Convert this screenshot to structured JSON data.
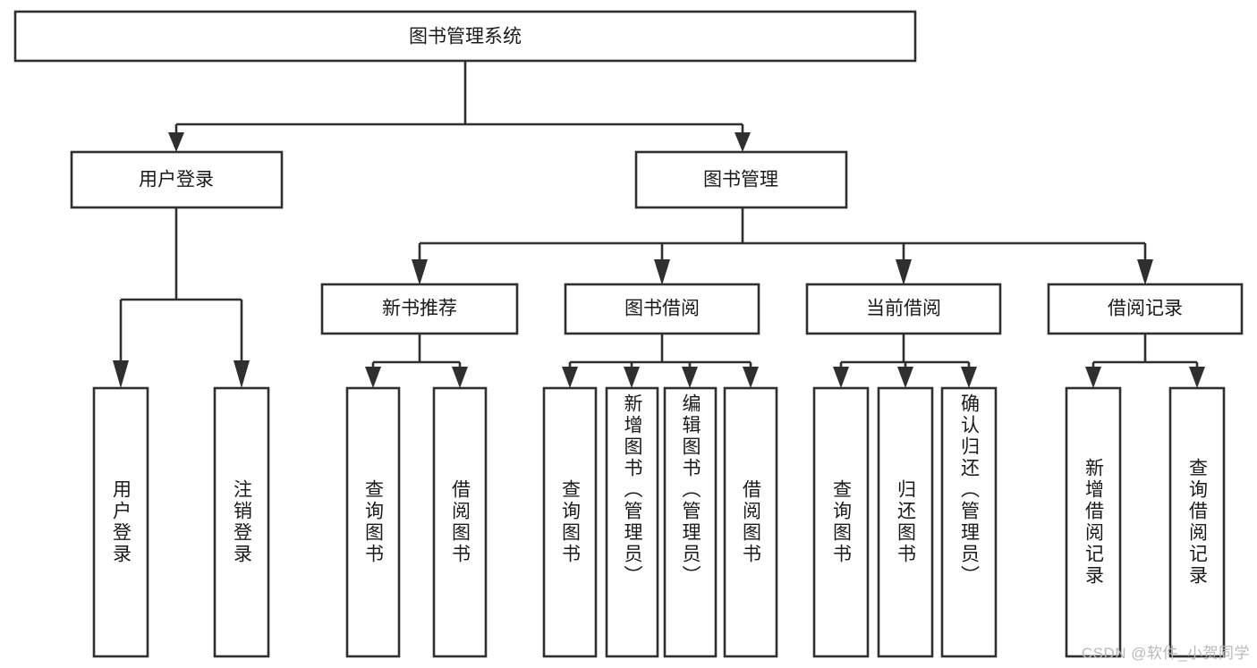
{
  "diagram": {
    "type": "tree-hierarchy",
    "title": "图书管理系统",
    "orientation": "top-down",
    "colors": {
      "background": "#ffffff",
      "box_fill": "#ffffff",
      "box_stroke": "#2f2f2f",
      "text": "#1a1a1a",
      "watermark": "#b9b9b9"
    },
    "root": {
      "label": "图书管理系统",
      "children": [
        {
          "label": "用户登录",
          "children": [
            {
              "label": "用户登录"
            },
            {
              "label": "注销登录"
            }
          ]
        },
        {
          "label": "图书管理",
          "children": [
            {
              "label": "新书推荐",
              "children": [
                {
                  "label": "查询图书"
                },
                {
                  "label": "借阅图书"
                }
              ]
            },
            {
              "label": "图书借阅",
              "children": [
                {
                  "label": "查询图书"
                },
                {
                  "label": "新增图书（管理员）"
                },
                {
                  "label": "编辑图书（管理员）"
                },
                {
                  "label": "借阅图书"
                }
              ]
            },
            {
              "label": "当前借阅",
              "children": [
                {
                  "label": "查询图书"
                },
                {
                  "label": "归还图书"
                },
                {
                  "label": "确认归还（管理员）"
                }
              ]
            },
            {
              "label": "借阅记录",
              "children": [
                {
                  "label": "新增借阅记录"
                },
                {
                  "label": "查询借阅记录"
                }
              ]
            }
          ]
        }
      ]
    },
    "nodes": {
      "root": {
        "label": "图书管理系统"
      },
      "l2_user_login": {
        "label": "用户登录"
      },
      "l2_book_manage": {
        "label": "图书管理"
      },
      "l3_new_book_rec": {
        "label": "新书推荐"
      },
      "l3_book_borrow": {
        "label": "图书借阅"
      },
      "l3_current_borrow": {
        "label": "当前借阅"
      },
      "l3_borrow_record": {
        "label": "借阅记录"
      },
      "leaf_user_login": {
        "label": "用户登录"
      },
      "leaf_logout": {
        "label": "注销登录"
      },
      "leaf_query_book_a": {
        "label": "查询图书"
      },
      "leaf_borrow_book_a": {
        "label": "借阅图书"
      },
      "leaf_query_book_b": {
        "label": "查询图书"
      },
      "leaf_add_book": {
        "label": "新增图书（管理员）"
      },
      "leaf_edit_book": {
        "label": "编辑图书（管理员）"
      },
      "leaf_borrow_book_b": {
        "label": "借阅图书"
      },
      "leaf_query_book_c": {
        "label": "查询图书"
      },
      "leaf_return_book": {
        "label": "归还图书"
      },
      "leaf_confirm_return": {
        "label": "确认归还（管理员）"
      },
      "leaf_add_record": {
        "label": "新增借阅记录"
      },
      "leaf_query_record": {
        "label": "查询借阅记录"
      }
    }
  },
  "watermark": {
    "text": "CSDN @软件_小贺同学"
  }
}
